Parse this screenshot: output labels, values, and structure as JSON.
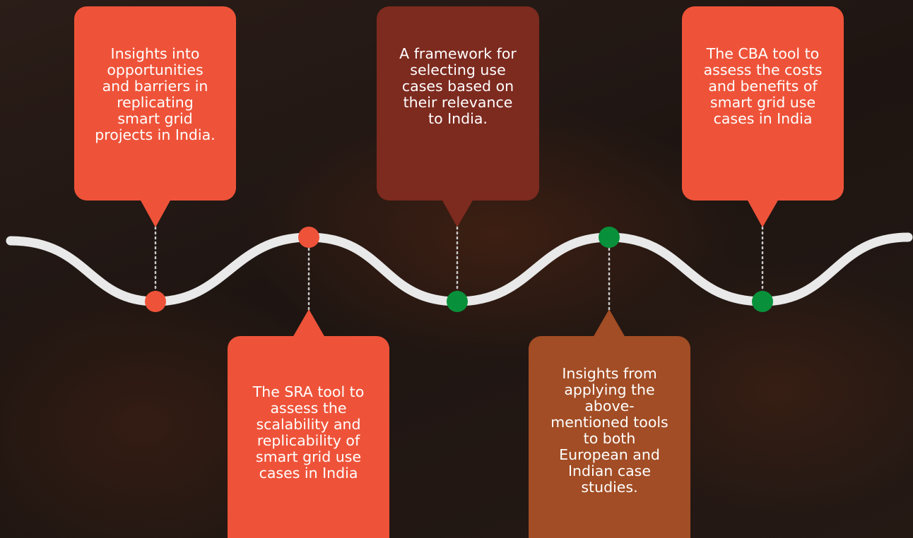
{
  "colors": {
    "orange": "#ee5339",
    "dark_red": "#7d2a1f",
    "brown": "#a24d25",
    "green": "#08913a",
    "wave": "#e9e9e9"
  },
  "callouts": [
    {
      "text": "Insights into opportunities and barriers in replicating smart grid projects in India.",
      "color": "orange",
      "marker": "orange"
    },
    {
      "text": "The SRA tool to assess the scalability and replicability of smart grid use cases in India",
      "color": "orange",
      "marker": "orange"
    },
    {
      "text": "A framework for selecting use cases based on their relevance to India.",
      "color": "dark_red",
      "marker": "green"
    },
    {
      "text": "Insights from applying the above-mentioned tools to both European and Indian case studies.",
      "color": "brown",
      "marker": "green"
    },
    {
      "text": "The CBA tool to assess the costs and benefits of smart grid use cases in India",
      "color": "orange",
      "marker": "green"
    }
  ]
}
